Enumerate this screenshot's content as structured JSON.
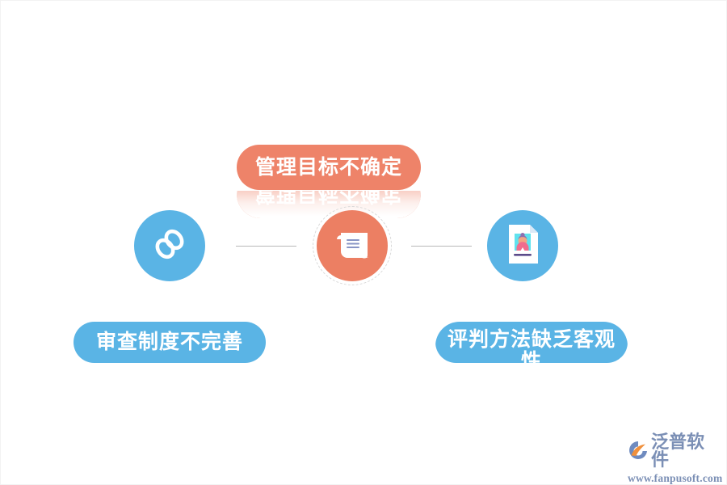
{
  "theme": {
    "background": "#ffffff",
    "orange": "#ee8369",
    "blue": "#5ab4e5",
    "connector_gray": "#b9b9b9",
    "logo_color": "#7b8fb5"
  },
  "diagram": {
    "top_node": {
      "label": "管理目标不确定",
      "color": "#ee8369",
      "has_reflection": true
    },
    "nodes": [
      {
        "icon": "chain-link-icon",
        "circle_color": "#5ab4e5",
        "label": "审查制度不完善",
        "pill_color": "#5ab4e5"
      },
      {
        "icon": "scroll-document-icon",
        "circle_color": "#ec7f63",
        "label": "",
        "pill_color": ""
      },
      {
        "icon": "id-card-icon",
        "circle_color": "#5ab4e5",
        "label": "评判方法缺乏客观性",
        "pill_color": "#5ab4e5"
      }
    ],
    "connectors": [
      {
        "name": "connector-left"
      },
      {
        "name": "connector-right"
      }
    ]
  },
  "watermark": {
    "brand": "泛普软件",
    "url": "www.fanpusoft.com"
  }
}
